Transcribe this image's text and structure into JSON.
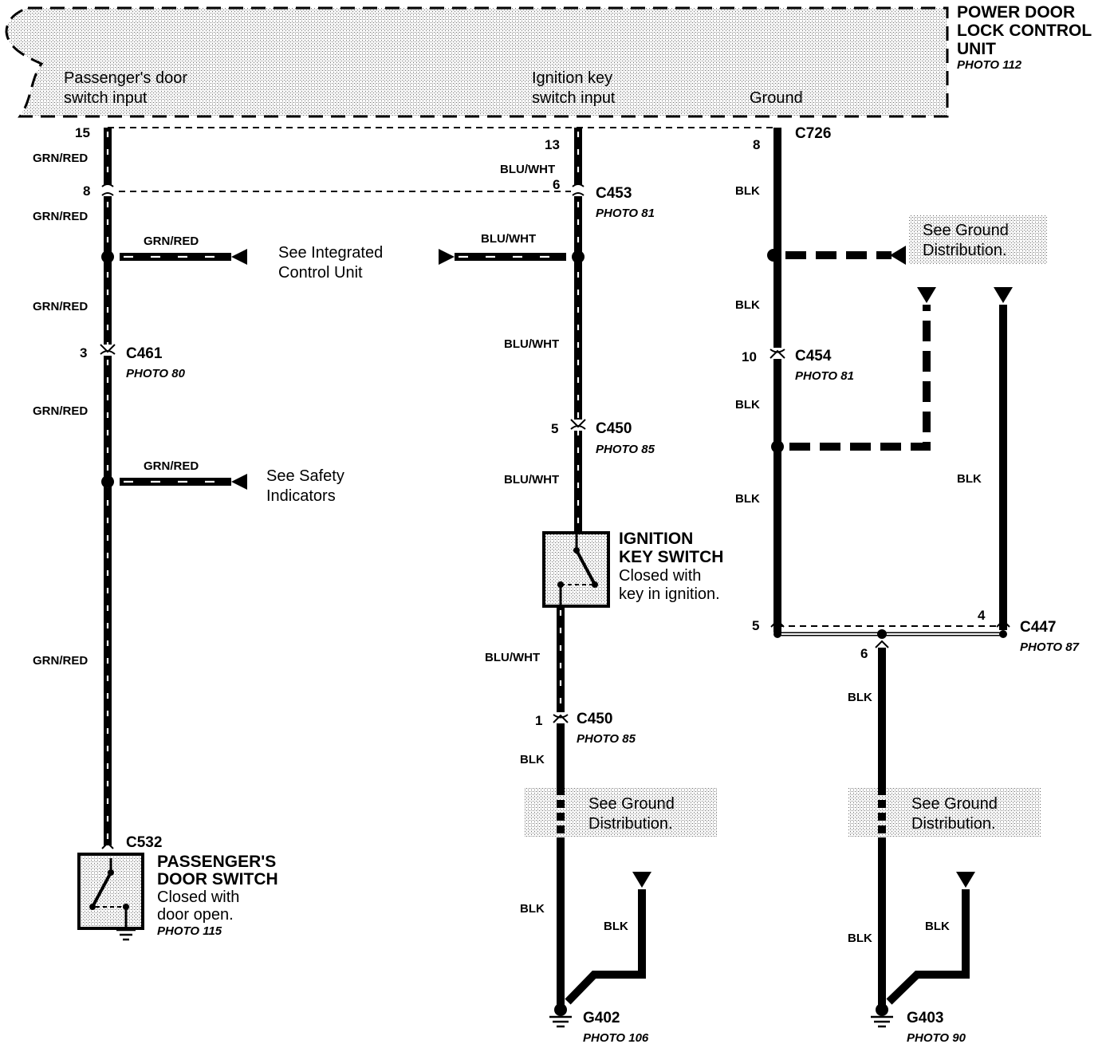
{
  "unit": {
    "title_lines": [
      "POWER DOOR",
      "LOCK CONTROL",
      "UNIT"
    ],
    "photo": "PHOTO 112",
    "inputs": {
      "passenger_line1": "Passenger's door",
      "passenger_line2": "switch input",
      "ignition_line1": "Ignition key",
      "ignition_line2": "switch input",
      "ground": "Ground"
    }
  },
  "wire_labels": {
    "grn_red": "GRN/RED",
    "blu_wht": "BLU/WHT",
    "blk": "BLK"
  },
  "pins": {
    "p15": "15",
    "p8a": "8",
    "p3": "3",
    "p13": "13",
    "p6": "6",
    "p5a": "5",
    "p1": "1",
    "p8b": "8",
    "p10": "10",
    "p5b": "5",
    "p4": "4",
    "p6b": "6"
  },
  "connectors": {
    "c726": "C726",
    "c453": "C453",
    "c453_photo": "PHOTO 81",
    "c461": "C461",
    "c461_photo": "PHOTO 80",
    "c450a": "C450",
    "c450a_photo": "PHOTO 85",
    "c450b": "C450",
    "c450b_photo": "PHOTO 85",
    "c454": "C454",
    "c454_photo": "PHOTO 81",
    "c447": "C447",
    "c447_photo": "PHOTO 87",
    "c532": "C532",
    "g402": "G402",
    "g402_photo": "PHOTO 106",
    "g403": "G403",
    "g403_photo": "PHOTO 90"
  },
  "references": {
    "icu_line1": "See  Integrated",
    "icu_line2": "Control Unit",
    "safety_line1": "See  Safety",
    "safety_line2": "Indicators",
    "ground_line1": "See Ground",
    "ground_line2": "Distribution."
  },
  "components": {
    "ignition": {
      "line1": "IGNITION",
      "line2": "KEY SWITCH",
      "line3": "Closed with",
      "line4": "key in ignition."
    },
    "door": {
      "line1": "PASSENGER'S",
      "line2": "DOOR SWITCH",
      "line3": "Closed with",
      "line4": "door open.",
      "photo": "PHOTO 115"
    }
  }
}
